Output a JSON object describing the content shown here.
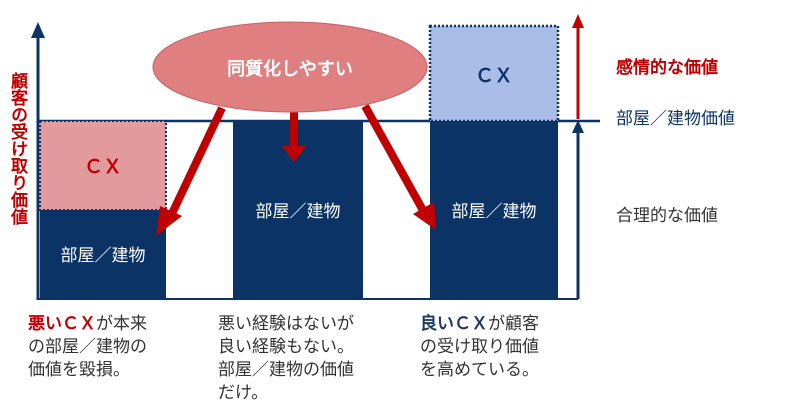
{
  "colors": {
    "navy": "#0c3366",
    "red": "#c00000",
    "pink": "#e39a9c",
    "light_blue": "#a9bde8",
    "bubble": "#e07f80"
  },
  "y_axis_label": "顧客の受け取り価値",
  "bubble_text": "同質化しやすい",
  "bars": {
    "left": {
      "top_label": "ＣＸ",
      "bottom_label": "部屋／建物"
    },
    "middle": {
      "label": "部屋／建物"
    },
    "right": {
      "top_label": "ＣＸ",
      "bottom_label": "部屋／建物"
    }
  },
  "right_labels": {
    "emotional": "感情的な価値",
    "baseline": "部屋／建物価値",
    "rational": "合理的な価値"
  },
  "captions": {
    "left": {
      "highlight": "悪いＣＸ",
      "line1_rest": "が本来",
      "line2": "の部屋／建物の",
      "line3": "価値を毀損。"
    },
    "middle": {
      "line1": "悪い経験はないが",
      "line2": "良い経験もない。",
      "line3": "部屋／建物の価値",
      "line4": "だけ。"
    },
    "right": {
      "highlight": "良いＣＸ",
      "line1_rest": "が顧客",
      "line2": "の受け取り価値",
      "line3": "を高めている。"
    }
  }
}
